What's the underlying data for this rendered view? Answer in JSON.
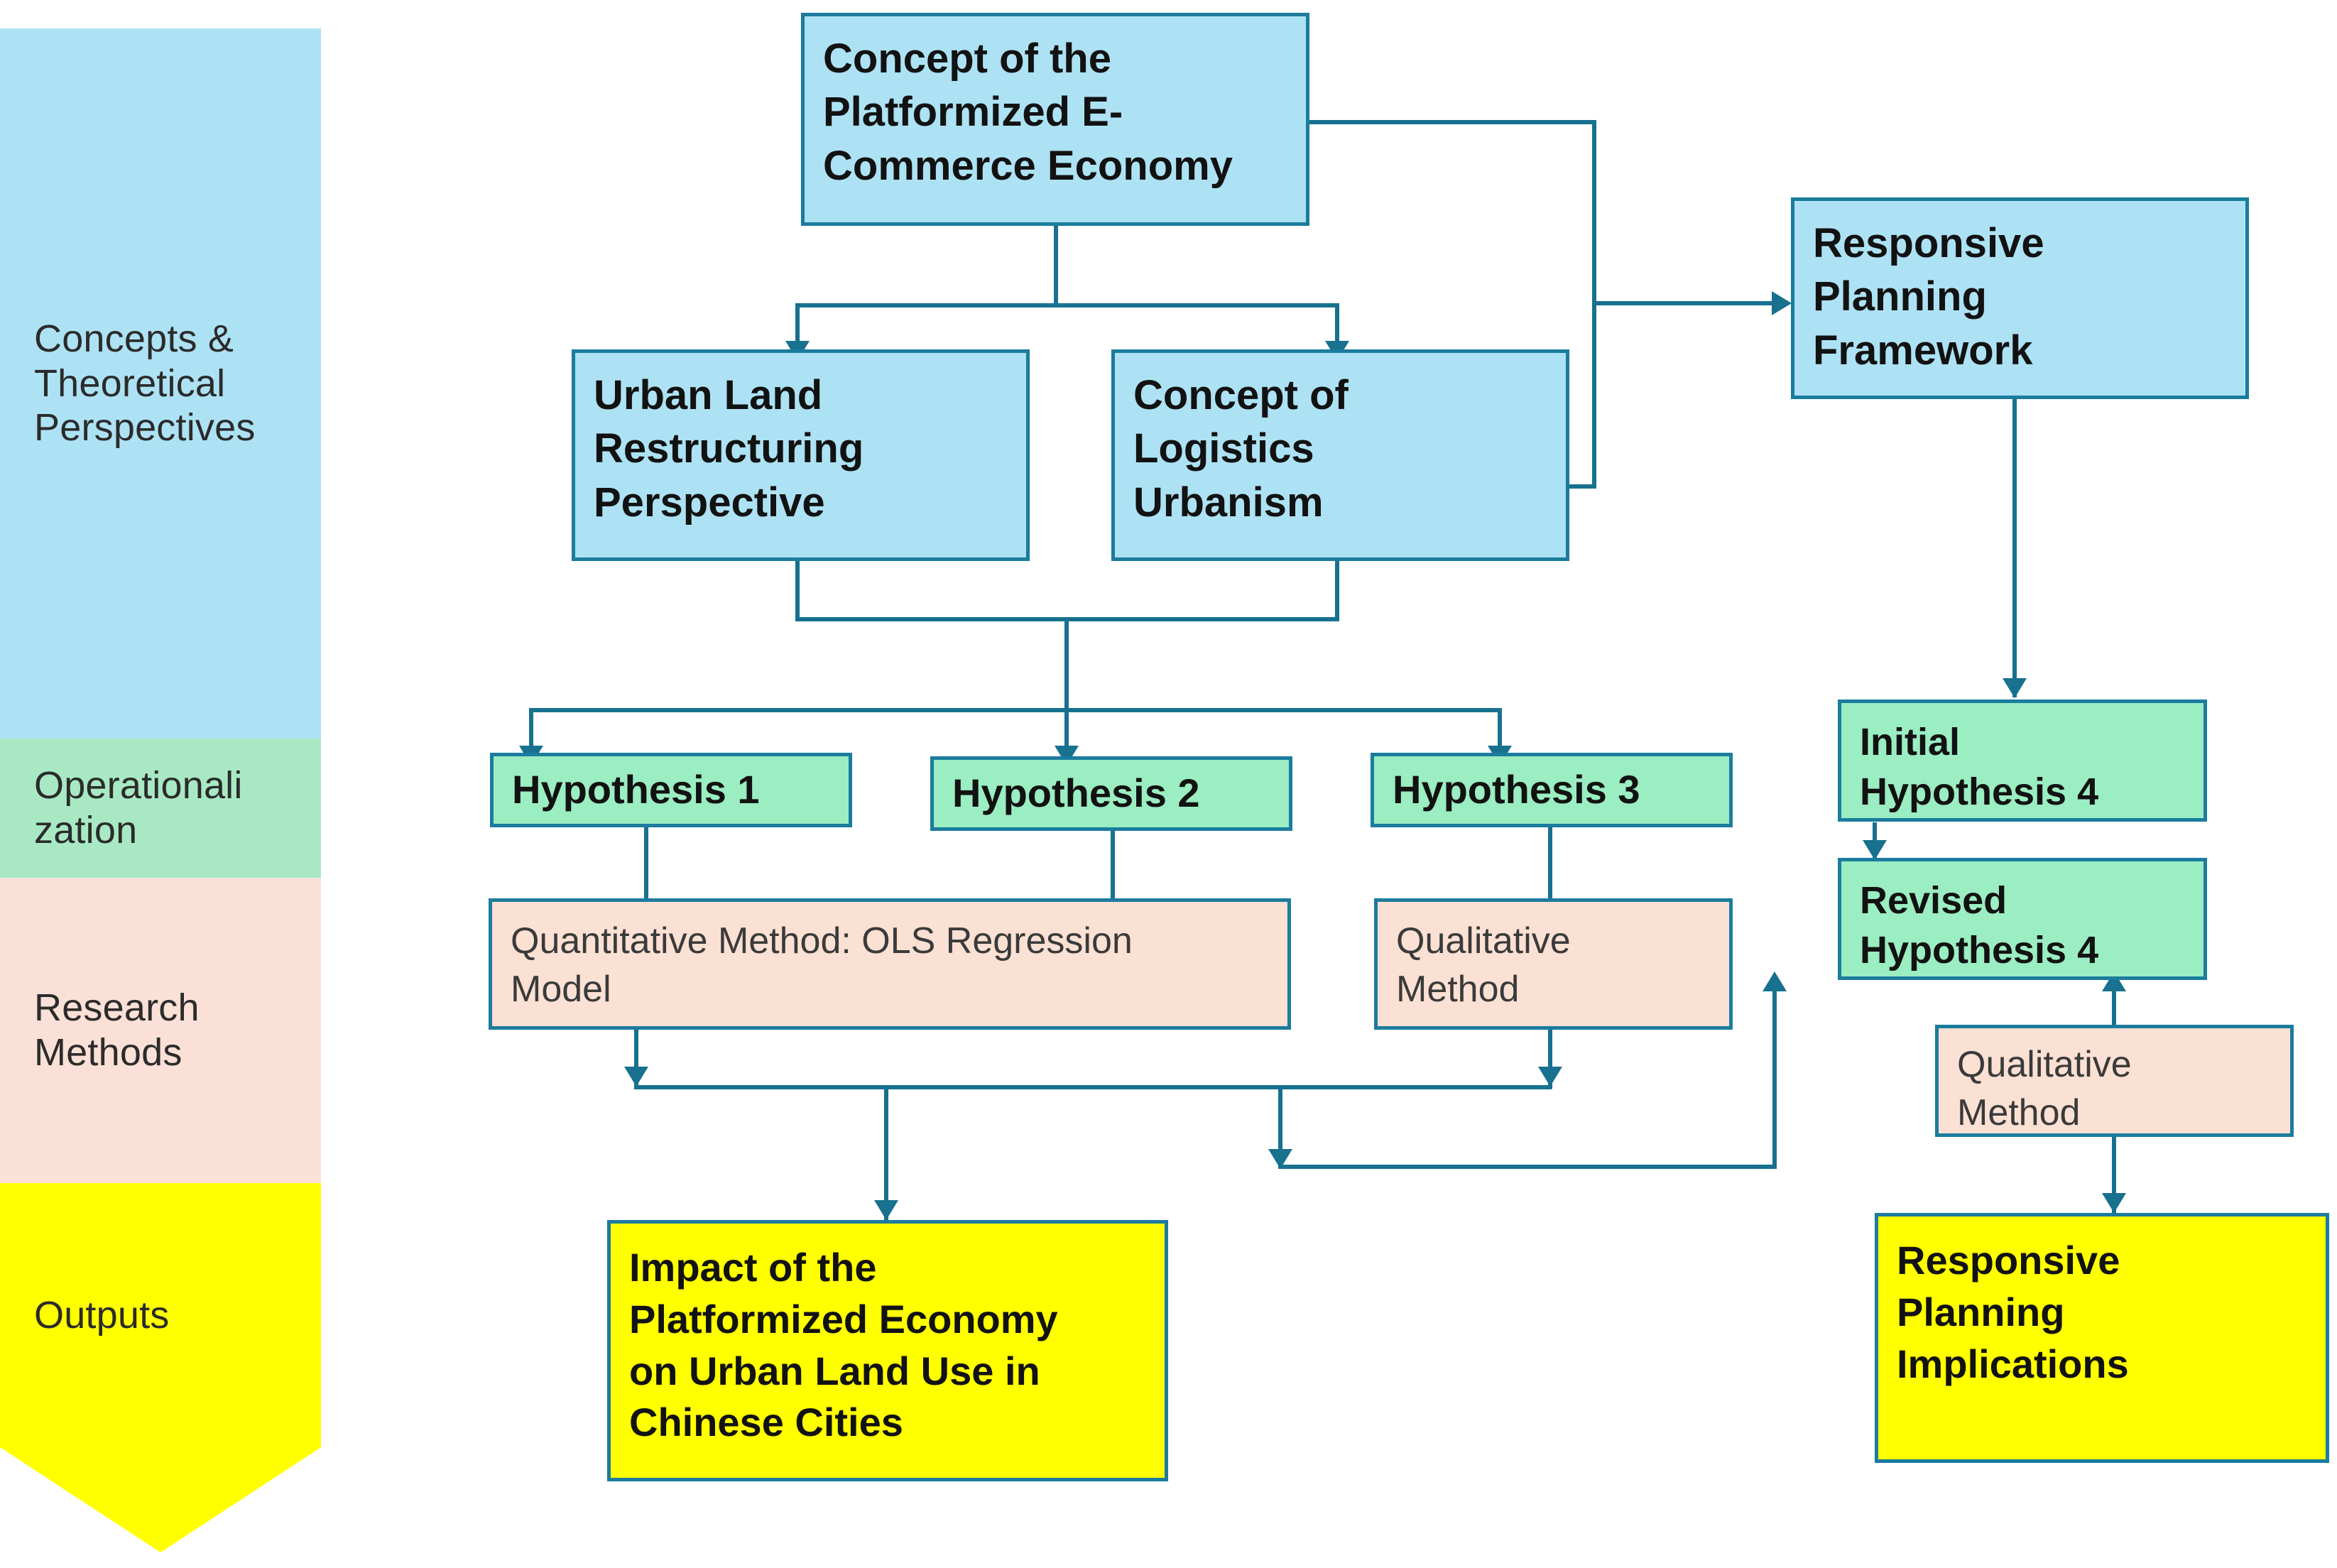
{
  "diagram": {
    "title": "Research Framework Flowchart",
    "colors": {
      "blue": "#ADE2F4",
      "green": "#9BEDC2",
      "pink": "#FBE0D4",
      "yellow": "#FFFF00",
      "connector": "#17718F",
      "border": "#1B7C9E"
    },
    "bands": [
      {
        "id": "concepts",
        "label": "Concepts &\nTheoretical\nPerspectives"
      },
      {
        "id": "operationalization",
        "label": "Operationali\nzation"
      },
      {
        "id": "methods",
        "label": "Research\nMethods"
      },
      {
        "id": "outputs",
        "label": "Outputs"
      }
    ],
    "nodes": {
      "concept_ecommerce": {
        "label": "Concept of the\nPlatformized E-\nCommerce Economy",
        "tier": "concepts"
      },
      "urban_land": {
        "label": "Urban Land\nRestructuring\nPerspective",
        "tier": "concepts"
      },
      "logistics_urbanism": {
        "label": "Concept of\nLogistics\nUrbanism",
        "tier": "concepts"
      },
      "responsive_framework": {
        "label": "Responsive\nPlanning\nFramework",
        "tier": "concepts"
      },
      "hypothesis_1": {
        "label": "Hypothesis 1",
        "tier": "operationalization"
      },
      "hypothesis_2": {
        "label": "Hypothesis 2",
        "tier": "operationalization"
      },
      "hypothesis_3": {
        "label": "Hypothesis 3",
        "tier": "operationalization"
      },
      "initial_hypothesis_4": {
        "label": "Initial\nHypothesis 4",
        "tier": "operationalization"
      },
      "revised_hypothesis_4": {
        "label": "Revised\nHypothesis 4",
        "tier": "operationalization"
      },
      "quantitative_method": {
        "label": "Quantitative Method: OLS Regression\nModel",
        "tier": "methods"
      },
      "qualitative_method_left": {
        "label": "Qualitative\nMethod",
        "tier": "methods"
      },
      "qualitative_method_right": {
        "label": "Qualitative\nMethod",
        "tier": "methods"
      },
      "output_impact": {
        "label": "Impact of the\nPlatformized Economy\non Urban Land Use in\nChinese Cities",
        "tier": "outputs"
      },
      "output_implications": {
        "label": "Responsive\nPlanning\nImplications",
        "tier": "outputs"
      }
    }
  }
}
